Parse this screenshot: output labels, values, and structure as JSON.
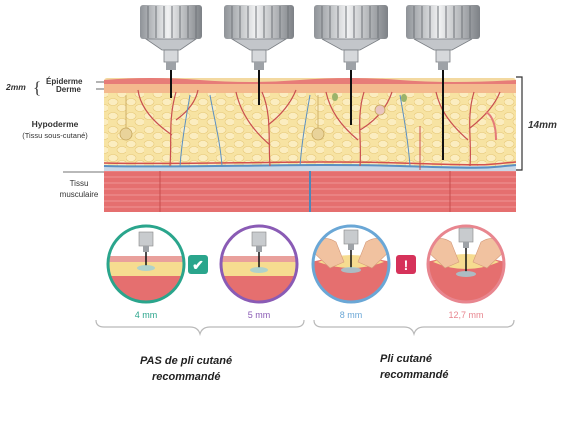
{
  "labels": {
    "two_mm": "2mm",
    "epiderme": "Épiderme",
    "derme": "Derme",
    "hypoderme": "Hypoderme",
    "tissu_sous_cutane": "(Tissu sous-cutané)",
    "tissu": "Tissu",
    "musculaire": "musculaire",
    "fourteen_mm": "14mm"
  },
  "circles": [
    {
      "length": "4 mm"
    },
    {
      "length": "5 mm"
    },
    {
      "length": "8 mm"
    },
    {
      "length": "12,7 mm"
    }
  ],
  "captions": {
    "no_pinch_line1": "PAS de pli cutané",
    "no_pinch_line2": "recommandé",
    "pinch_line1": "Pli cutané",
    "pinch_line2": "recommandé"
  },
  "badges": {
    "check": "✔",
    "warning": "!"
  },
  "colors": {
    "green": "#2aa58c",
    "purple": "#8a5bb5",
    "blue": "#6aa7d6",
    "pink": "#e8868f",
    "epidermis": "#e97f7a",
    "fat": "#f6dc90",
    "muscle": "#e46e6e"
  },
  "icons": [
    "needle-icon",
    "checkmark-icon",
    "warning-icon",
    "brace-icon"
  ]
}
